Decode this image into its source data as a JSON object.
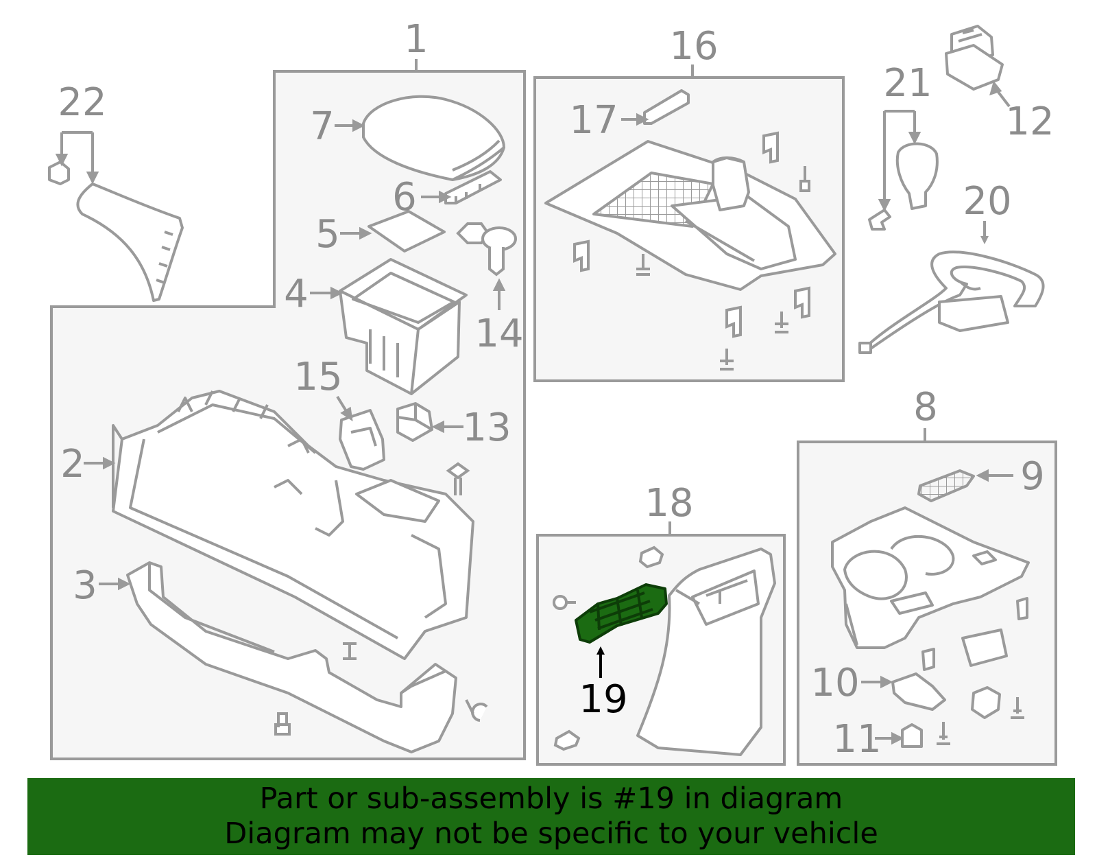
{
  "callouts": {
    "c1": "1",
    "c2": "2",
    "c3": "3",
    "c4": "4",
    "c5": "5",
    "c6": "6",
    "c7": "7",
    "c8": "8",
    "c9": "9",
    "c10": "10",
    "c11": "11",
    "c12": "12",
    "c13": "13",
    "c14": "14",
    "c15": "15",
    "c16": "16",
    "c17": "17",
    "c18": "18",
    "c19": "19",
    "c20": "20",
    "c21": "21",
    "c22": "22"
  },
  "highlighted_part": "19",
  "colors": {
    "line": "#9a9a9a",
    "panel_fill": "#f6f6f6",
    "highlight_part": "#1b6b12",
    "banner_bg": "#1b6b12",
    "banner_text": "#000000"
  },
  "banner": {
    "line1": "Part or sub-assembly is #19 in diagram",
    "line2": "Diagram may not be specific to your vehicle"
  }
}
